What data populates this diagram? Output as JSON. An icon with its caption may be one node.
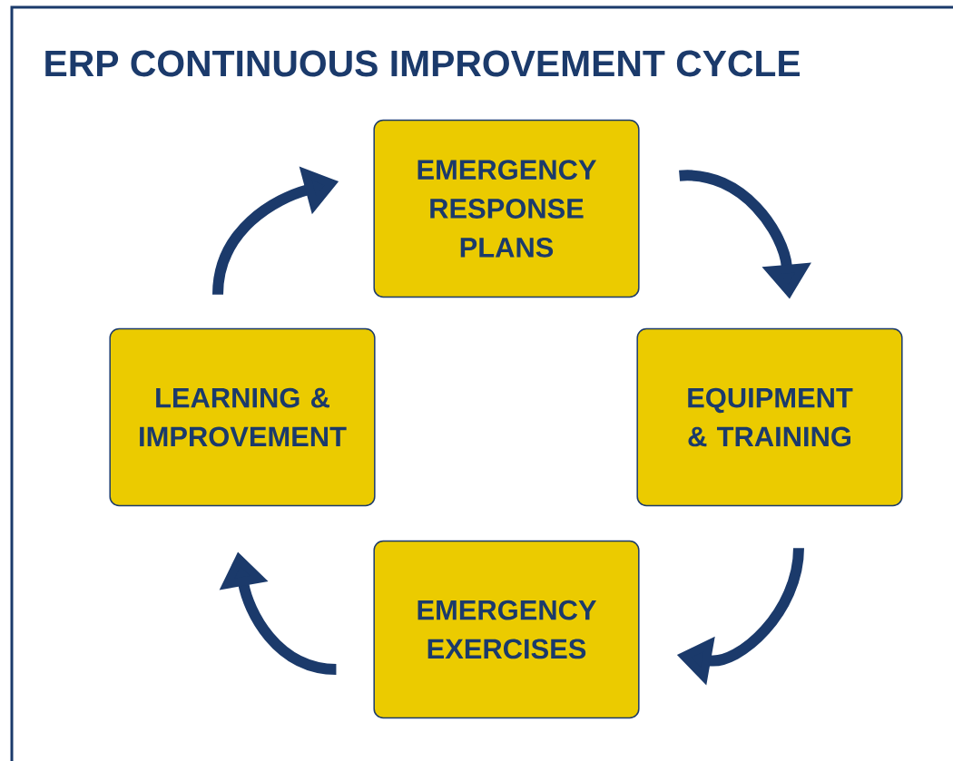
{
  "diagram": {
    "title": "ERP CONTINUOUS IMPROVEMENT CYCLE",
    "nodes": [
      {
        "text": [
          "EMERGENCY RESPONSE PLANS"
        ]
      },
      {
        "text": [
          "EQUIPMENT & TRAINING"
        ]
      },
      {
        "text": [
          "EMERGENCY EXERCISES"
        ]
      },
      {
        "text": [
          "LEARNING & IMPROVEMENT"
        ]
      }
    ],
    "edges": [
      {
        "from": 0,
        "to": 1,
        "arrow": "to"
      },
      {
        "from": 1,
        "to": 2,
        "arrow": "to"
      },
      {
        "from": 2,
        "to": 3,
        "arrow": "to"
      },
      {
        "from": 3,
        "to": 0,
        "arrow": "to"
      }
    ]
  }
}
